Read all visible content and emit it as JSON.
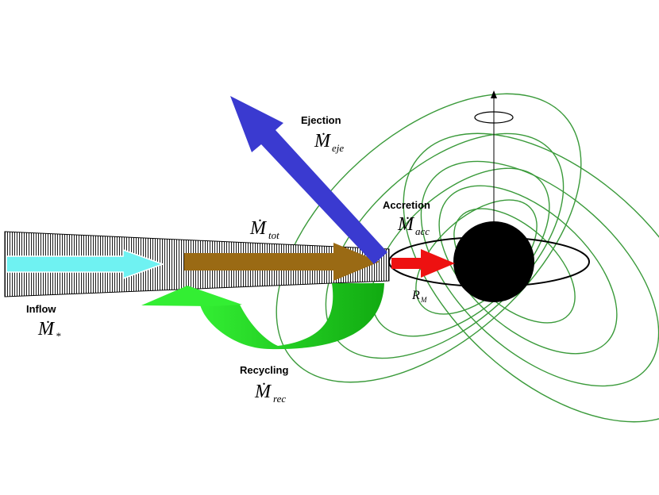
{
  "labels": {
    "ejection": {
      "title": "Ejection",
      "symbol": "M",
      "subscript": "eje"
    },
    "accretion": {
      "title": "Accretion",
      "symbol": "M",
      "subscript": "acc"
    },
    "total": {
      "symbol": "M",
      "subscript": "tot"
    },
    "inflow": {
      "title": "Inflow",
      "symbol": "M",
      "subscript": "*"
    },
    "recycling": {
      "title": "Recycling",
      "symbol": "M",
      "subscript": "rec"
    },
    "radius": {
      "symbol": "R",
      "subscript": "M"
    }
  },
  "colors": {
    "ejection_arrow": "#3a3ad0",
    "inflow_arrow": "#6ff2f2",
    "total_arrow": "#9a6a14",
    "accretion_arrow": "#ee1111",
    "recycling_arrow": "#22dd22",
    "field_lines": "#3a9a3a",
    "central_object": "#000000"
  }
}
